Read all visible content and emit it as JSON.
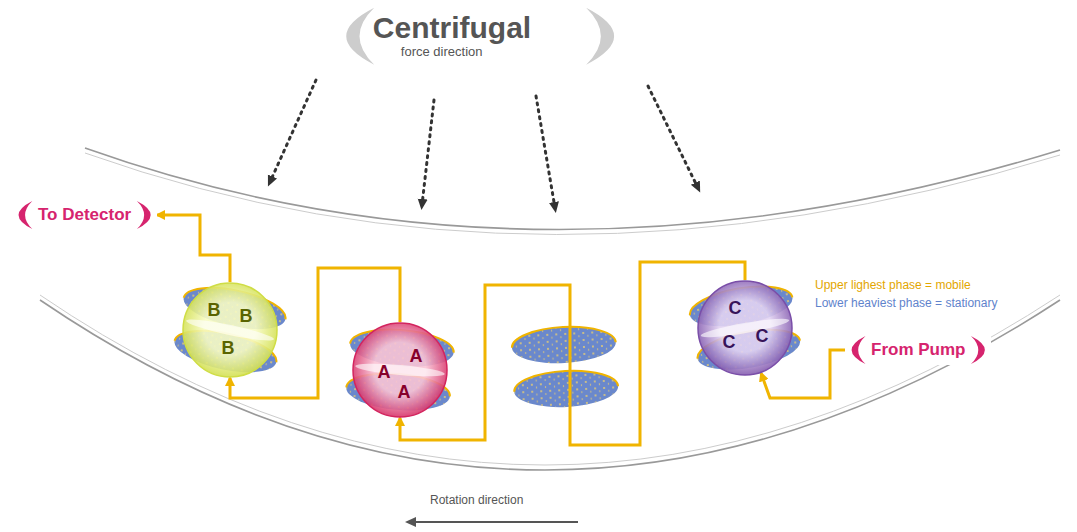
{
  "diagram": {
    "nodes": [
      {
        "text": [
          "Centrifugal",
          "force direction"
        ]
      },
      {
        "text": [
          "To Detector"
        ]
      },
      {
        "text": [
          "B",
          "B",
          "B"
        ]
      },
      {
        "text": [
          "A",
          "A",
          "A"
        ]
      },
      {
        "text": [
          "C",
          "C",
          "C"
        ]
      },
      {
        "text": [
          "From Pump"
        ]
      }
    ],
    "edges": [
      {
        "from": 5,
        "to": 4,
        "arrow": "to"
      },
      {
        "from": 4,
        "to": 3,
        "arrow": "to"
      },
      {
        "from": 3,
        "to": 2,
        "arrow": "to"
      },
      {
        "from": 2,
        "to": 1,
        "arrow": "to"
      }
    ],
    "labels": [
      "Rotation direction"
    ],
    "legend": [
      {
        "text": "Upper lighest phase = mobile",
        "color": "#e3a600"
      },
      {
        "text": "Lower heaviest phase = stationary",
        "color": "#5f83cc"
      }
    ]
  }
}
